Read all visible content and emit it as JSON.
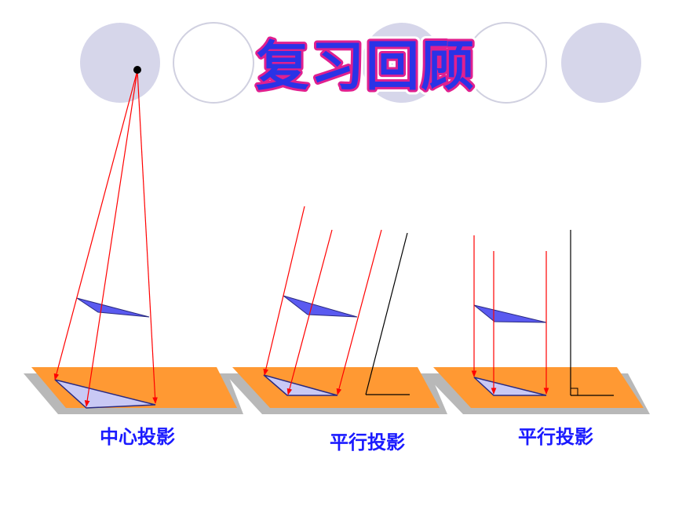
{
  "slide": {
    "title": "复习回顾",
    "colors": {
      "title_fill": "#2a33e6",
      "title_outline": "#e0208f",
      "circle_fill": "#d6d6ea",
      "circle_outline": "#d0d0e0",
      "plane_fill": "#ff9933",
      "plane_shadow": "#b8b8b8",
      "triangle_fill": "#5a5af0",
      "shadow_fill": "#c9c9f5",
      "ray_color": "#ff0000",
      "pole_color": "#000000",
      "label_color": "#1a1aff"
    }
  },
  "panels": [
    {
      "label": "中心投影"
    },
    {
      "label": "平行投影"
    },
    {
      "label": "平行投影"
    }
  ]
}
